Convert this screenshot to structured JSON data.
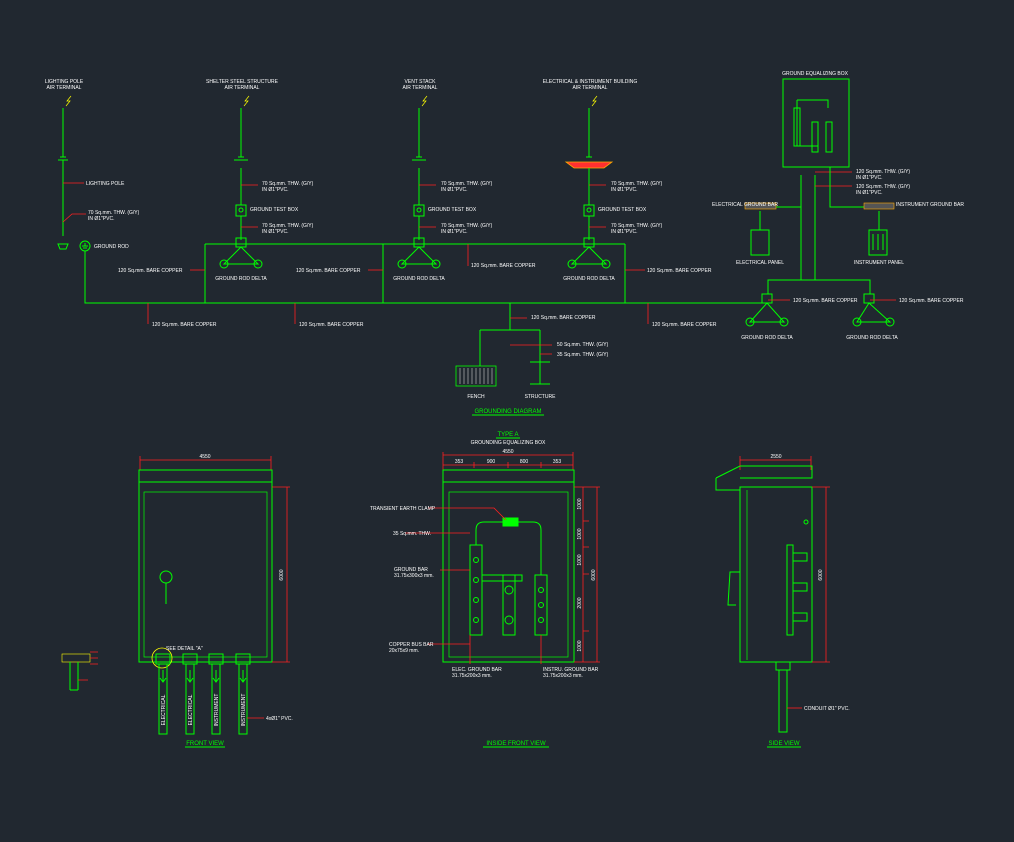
{
  "colors": {
    "background": "#212830",
    "ground_wire": "#00ff00",
    "leader": "#ff2020",
    "text": "#ffffff",
    "detail": "#ffff00"
  },
  "diagram": {
    "terminals": [
      {
        "title": "LIGHTING POLE",
        "sub": "AIR TERMINAL"
      },
      {
        "title": "SHELTER STEEL STRUCTURE",
        "sub": "AIR TERMINAL"
      },
      {
        "title": "VENT STACK",
        "sub": "AIR TERMINAL"
      },
      {
        "title": "ELECTRICAL & INSTRUMENT BUILDING",
        "sub": "AIR TERMINAL"
      }
    ],
    "labels": {
      "lighting_pole": "LIGHTING POLE",
      "ground_rod": "GROUND ROD",
      "geb": "GROUND EQUALIZING BOX",
      "cable70": "70 Sq.mm. THW. (G/Y)",
      "in1": "IN Ø1\"PVC.",
      "cable70_1": "70 Sq.mm. THW. (G/Y)",
      "in1_1": "IN Ø1\"PVC.",
      "cable70_2": "70 Sq.mm. THW. (G/Y)",
      "in1_2": "IN Ø1\"PVC.",
      "cable70_3": "70 Sq.mm. THW. (G/Y)",
      "in1_3": "IN Ø1\"PVC.",
      "cable70_4": "70 Sq.mm. THW. (G/Y)",
      "in1_4": "IN Ø1\"PVC.",
      "cable70_5": "70 Sq.mm. THW. (G/Y)",
      "in1_5": "IN Ø1\"PVC.",
      "cable70_6": "70 Sq.mm. THW. (G/Y)",
      "in1_6": "IN Ø1\"PVC.",
      "gtb": "GROUND TEST BOX",
      "gtb_1": "GROUND TEST BOX",
      "gtb_2": "GROUND TEST BOX",
      "delta": "GROUND ROD DELTA",
      "delta_1": "GROUND ROD DELTA",
      "delta_2": "GROUND ROD DELTA",
      "delta_3": "GROUND ROD DELTA",
      "delta_4": "GROUND ROD DELTA",
      "copper120": "120 Sq.mm. BARE COPPER",
      "copper120_1": "120 Sq.mm. BARE COPPER",
      "copper120_2": "120 Sq.mm. BARE COPPER",
      "copper120_3": "120 Sq.mm. BARE COPPER",
      "copper120_4": "120 Sq.mm. BARE COPPER",
      "copper120_5": "120 Sq.mm. BARE COPPER",
      "copper120_6": "120 Sq.mm. BARE COPPER",
      "copper120_7": "120 Sq.mm. BARE COPPER",
      "copper120_8": "120 Sq.mm. BARE COPPER",
      "copper120_9": "120 Sq.mm. BARE COPPER",
      "c120thw": "120 Sq.mm. THW. (G/Y)",
      "in1_7": "IN Ø1\"PVC.",
      "c120thw_1": "120 Sq.mm. THW. (G/Y)",
      "in1_8": "IN Ø1\"PVC.",
      "elec_bar": "ELECTRICAL GROUND BAR",
      "inst_bar": "INSTRUMENT GROUND BAR",
      "elec_panel": "ELECTRICAL PANEL",
      "inst_panel": "INSTRUMENT PANEL",
      "c50": "50 Sq.mm. THW. (G/Y)",
      "c35": "35 Sq.mm. THW. (G/Y)",
      "fence": "FENCH",
      "structure": "STRUCTURE",
      "title": "GROUNDING DIAGRAM"
    }
  },
  "front": {
    "dim_w": "4550",
    "dim_h": "6000",
    "see_detail": "SEE DETAIL \"A\"",
    "conduits": [
      "ELECTRICAL",
      "ELECTRICAL",
      "INSTRUMENT",
      "INSTRUMENT"
    ],
    "conduit_note": "4xØ1\" PVC.",
    "title": "FRONT VIEW"
  },
  "inside": {
    "type": "TYPE A",
    "sub": "GROUNDING EQUALIZING BOX",
    "dim_total": "4550",
    "dims_top": [
      "353",
      "900",
      "800",
      "353"
    ],
    "dims_right": [
      "1000",
      "1000",
      "1000",
      "2000",
      "1000"
    ],
    "dim_h": "6000",
    "clamp": "TRANSIENT EARTH CLAMP",
    "c35": "35 Sq.mm. THW.",
    "ground_bar": "GROUND BAR",
    "ground_bar_size": "31.75x300x3 mm.",
    "copper_bus": "COPPER BUS BAR",
    "copper_bus_size": "20x75x9 mm.",
    "elec_bar": "ELEC. GROUND BAR",
    "elec_bar_size": "31.75x200x3 mm.",
    "instru_bar": "INSTRU. GROUND BAR",
    "instru_bar_size": "31.75x200x3 mm.",
    "title": "INSIDE FRONT VIEW"
  },
  "side": {
    "dim_w": "2550",
    "dim_h": "6000",
    "conduit": "CONDUIT Ø1\" PVC.",
    "title": "SIDE VIEW"
  }
}
